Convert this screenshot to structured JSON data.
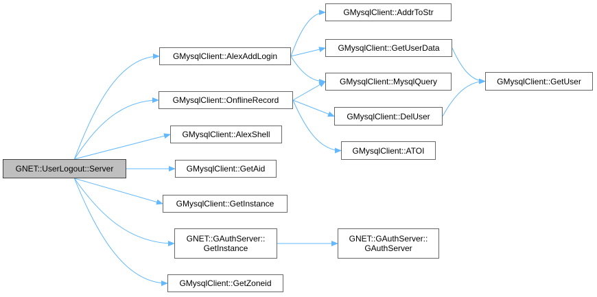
{
  "graph": {
    "nodes": {
      "user_logout_server": {
        "label": "GNET::UserLogout::Server"
      },
      "alex_add_login": {
        "label": "GMysqlClient::AlexAddLogin"
      },
      "onffline_record": {
        "label": "GMysqlClient::OnflineRecord"
      },
      "alex_shell": {
        "label": "GMysqlClient::AlexShell"
      },
      "get_aid": {
        "label": "GMysqlClient::GetAid"
      },
      "get_instance": {
        "label": "GMysqlClient::GetInstance"
      },
      "gauth_get_instance": {
        "line1": "GNET::GAuthServer::",
        "line2": "GetInstance"
      },
      "get_zoneid": {
        "label": "GMysqlClient::GetZoneid"
      },
      "addr_to_str": {
        "label": "GMysqlClient::AddrToStr"
      },
      "get_user_data": {
        "label": "GMysqlClient::GetUserData"
      },
      "mysql_query": {
        "label": "GMysqlClient::MysqlQuery"
      },
      "del_user": {
        "label": "GMysqlClient::DelUser"
      },
      "atoi": {
        "label": "GMysqlClient::ATOI"
      },
      "get_user": {
        "label": "GMysqlClient::GetUser"
      },
      "gauth_server": {
        "line1": "GNET::GAuthServer::",
        "line2": "GAuthServer"
      }
    },
    "edges": [
      [
        "user_logout_server",
        "alex_add_login"
      ],
      [
        "user_logout_server",
        "onffline_record"
      ],
      [
        "user_logout_server",
        "alex_shell"
      ],
      [
        "user_logout_server",
        "get_aid"
      ],
      [
        "user_logout_server",
        "get_instance"
      ],
      [
        "user_logout_server",
        "gauth_get_instance"
      ],
      [
        "user_logout_server",
        "get_zoneid"
      ],
      [
        "alex_add_login",
        "addr_to_str"
      ],
      [
        "alex_add_login",
        "get_user_data"
      ],
      [
        "alex_add_login",
        "mysql_query"
      ],
      [
        "onffline_record",
        "mysql_query"
      ],
      [
        "onffline_record",
        "del_user"
      ],
      [
        "onffline_record",
        "atoi"
      ],
      [
        "get_user_data",
        "get_user"
      ],
      [
        "del_user",
        "get_user"
      ],
      [
        "gauth_get_instance",
        "gauth_server"
      ]
    ],
    "colors": {
      "edge": "#63b8ff",
      "node_border": "#666666",
      "root_fill": "#bfbfbf"
    }
  }
}
